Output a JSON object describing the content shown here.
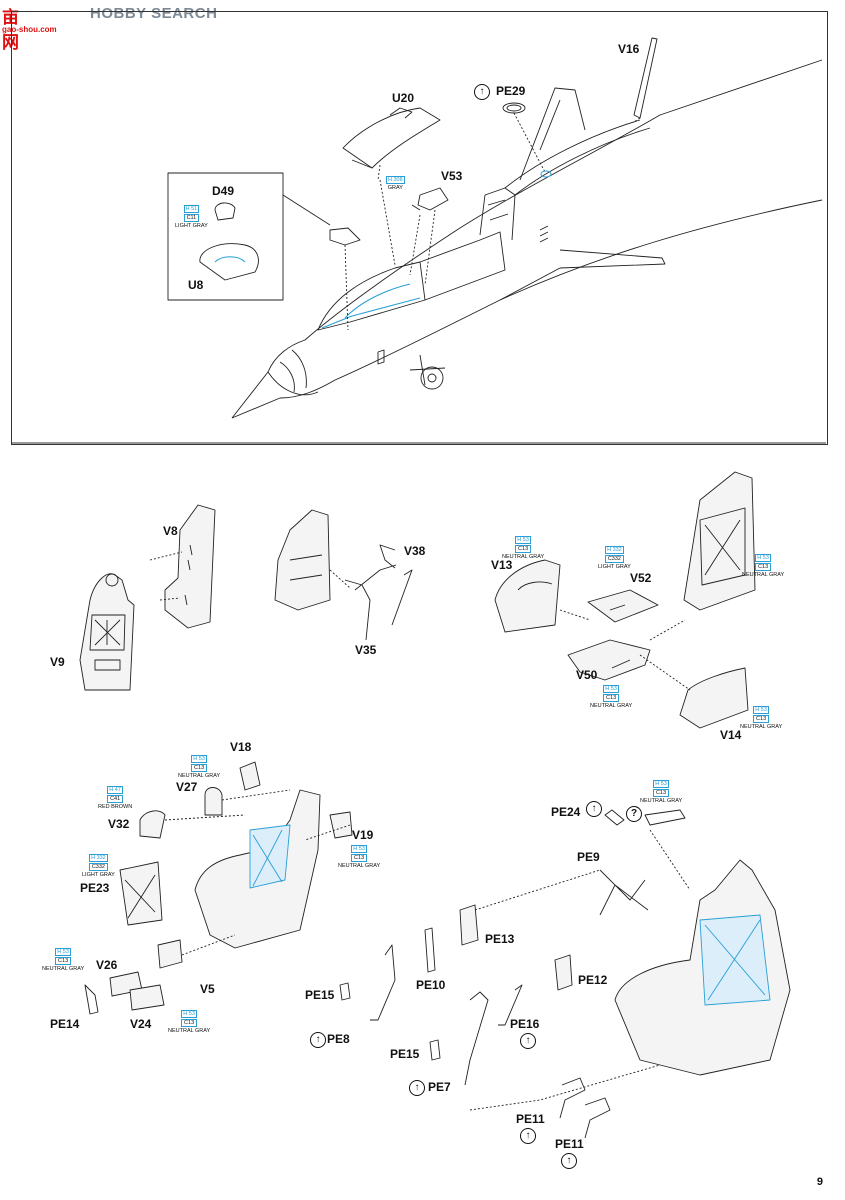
{
  "watermark": {
    "logo": "亩网",
    "text": "HOBBY SEARCH",
    "url": "gao-shou.com"
  },
  "page_number": "9",
  "top": {
    "labels": {
      "v16": "V16",
      "pe29": "PE29",
      "u20": "U20",
      "v53": "V53",
      "d49": "D49",
      "u8": "U8"
    },
    "paints": [
      {
        "h": "H 51",
        "c": "C11",
        "n": "LIGHT GRAY"
      },
      {
        "h": "H 308",
        "c": "",
        "n": "GRAY"
      }
    ]
  },
  "bottom": {
    "labels": {
      "v8": "V8",
      "v9": "V9",
      "v35": "V35",
      "v38": "V38",
      "v13": "V13",
      "v52": "V52",
      "v50": "V50",
      "v14": "V14",
      "v18": "V18",
      "v27": "V27",
      "v32": "V32",
      "v19": "V19",
      "pe23": "PE23",
      "v26": "V26",
      "v5": "V5",
      "pe14": "PE14",
      "v24": "V24",
      "pe24": "PE24",
      "pe9": "PE9",
      "pe13": "PE13",
      "pe15a": "PE15",
      "pe10": "PE10",
      "pe8": "PE8",
      "pe12": "PE12",
      "pe16": "PE16",
      "pe15b": "PE15",
      "pe7": "PE7",
      "pe11a": "PE11",
      "pe11b": "PE11"
    },
    "question_mark": "?",
    "paints": {
      "v13": {
        "h": "H 53",
        "c": "C13",
        "n": "NEUTRAL GRAY"
      },
      "v52": {
        "h": "H 332",
        "c": "C332",
        "n": "LIGHT GRAY"
      },
      "right_seat": {
        "h": "H 53",
        "c": "C13",
        "n": "NEUTRAL GRAY"
      },
      "v50": {
        "h": "H 53",
        "c": "C13",
        "n": "NEUTRAL GRAY"
      },
      "v14": {
        "h": "H 53",
        "c": "C13",
        "n": "NEUTRAL GRAY"
      },
      "v18": {
        "h": "H 53",
        "c": "C13",
        "n": "NEUTRAL GRAY"
      },
      "v27": {
        "h": "H 47",
        "c": "C41",
        "n": "RED BROWN"
      },
      "v19": {
        "h": "H 53",
        "c": "C13",
        "n": "NEUTRAL GRAY"
      },
      "pe23": {
        "h": "H 332",
        "c": "C332",
        "n": "LIGHT GRAY"
      },
      "v26": {
        "h": "H 53",
        "c": "C13",
        "n": "NEUTRAL GRAY"
      },
      "v5": {
        "h": "H 53",
        "c": "C13",
        "n": "NEUTRAL GRAY"
      },
      "pe24": {
        "h": "H 53",
        "c": "C13",
        "n": "NEUTRAL GRAY"
      }
    }
  },
  "colors": {
    "accent_blue": "#2a9fd6",
    "line": "#222222",
    "fill_gray": "#f2f2f2"
  }
}
